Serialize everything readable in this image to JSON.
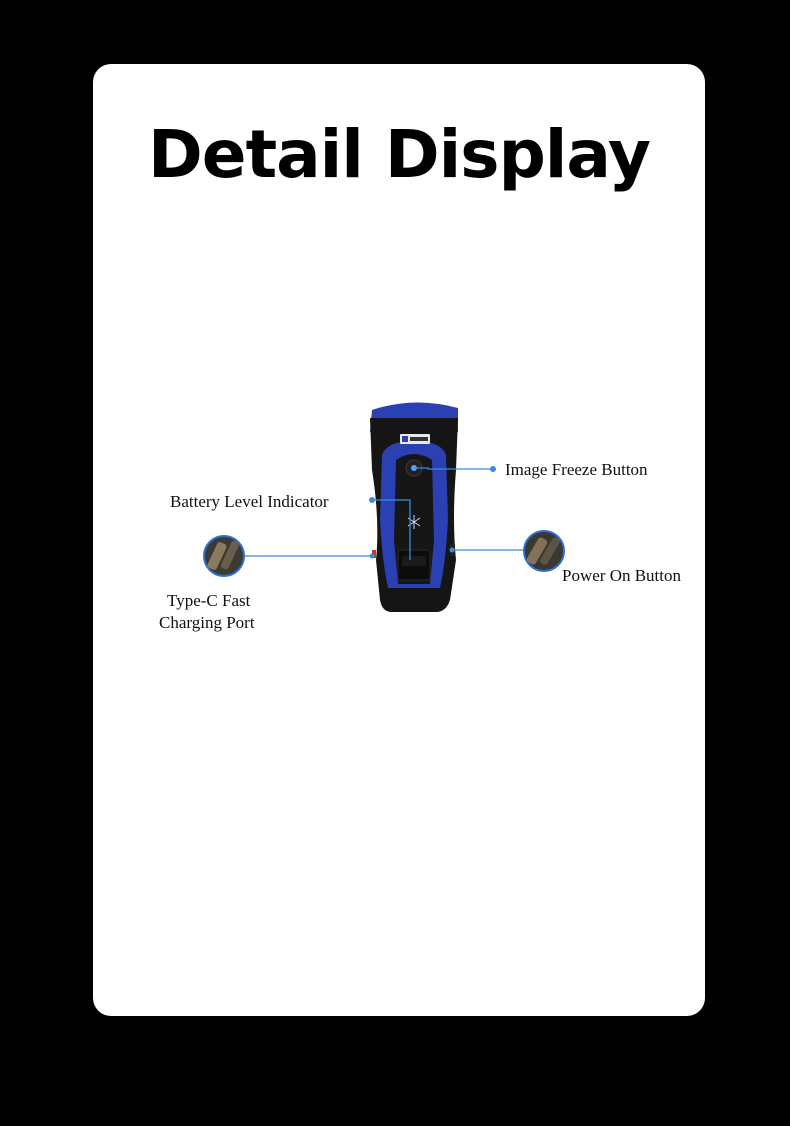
{
  "title": "Detail Display",
  "colors": {
    "background": "#000000",
    "card": "#ffffff",
    "device_blue": "#2a3fb0",
    "device_black": "#151515",
    "callout_line": "#3a8be0"
  },
  "callouts": {
    "image_freeze": "Image Freeze Button",
    "battery_level": "Battery Level Indicator",
    "power_on": "Power On Button",
    "type_c_line1": "Type-C Fast",
    "type_c_line2": "Charging Port"
  },
  "icons": [
    "ultrasound-probe-device",
    "freeze-snowflake-icon",
    "charging-port-zoom",
    "power-button-zoom"
  ]
}
